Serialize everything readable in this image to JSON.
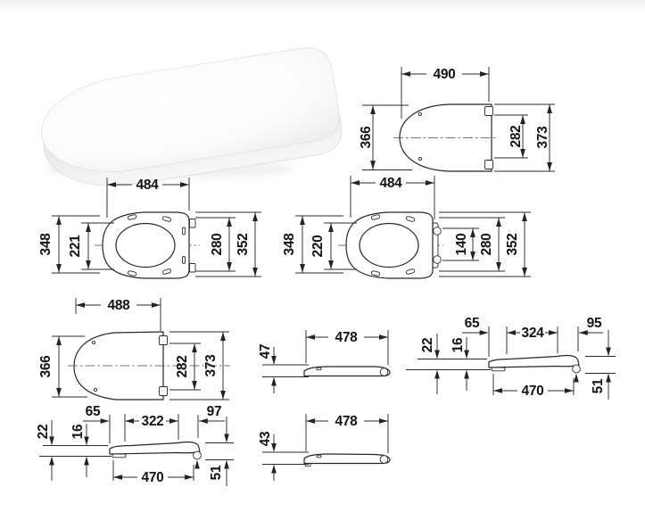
{
  "meta": {
    "drawing_type": "toilet seat and cover technical dimension drawing",
    "background_color": "#ffffff",
    "line_color": "#2b2b2b",
    "units_note": "mm"
  },
  "views": {
    "cover_top_right": {
      "width": "490",
      "depth": "366",
      "hinge_span": "282",
      "overall_depth": "373"
    },
    "ring_top_left": {
      "width": "484",
      "outer_depth": "348",
      "opening_depth": "221",
      "hinge_span": "280",
      "overall_depth": "352"
    },
    "ring_top_right": {
      "width": "484",
      "outer_depth": "348",
      "opening_depth": "220",
      "pin_span": "140",
      "hinge_span": "280",
      "overall_depth": "352"
    },
    "cover_top_left": {
      "width": "488",
      "depth": "366",
      "hinge_span": "282",
      "overall_depth": "373"
    },
    "cover_side": {
      "length": "478",
      "height": "47"
    },
    "seat_side_right": {
      "front_offset": "65",
      "fixing_span": "324",
      "rear_offset": "95",
      "front_height": "22",
      "profile_height": "16",
      "fixing_length": "470",
      "hinge_height": "51"
    },
    "seat_side_left": {
      "front_offset": "65",
      "fixing_span": "322",
      "rear_offset": "97",
      "front_height": "22",
      "profile_height": "16",
      "fixing_length": "470",
      "hinge_height": "51"
    },
    "seat_side_plain": {
      "length": "478",
      "height": "43"
    }
  }
}
